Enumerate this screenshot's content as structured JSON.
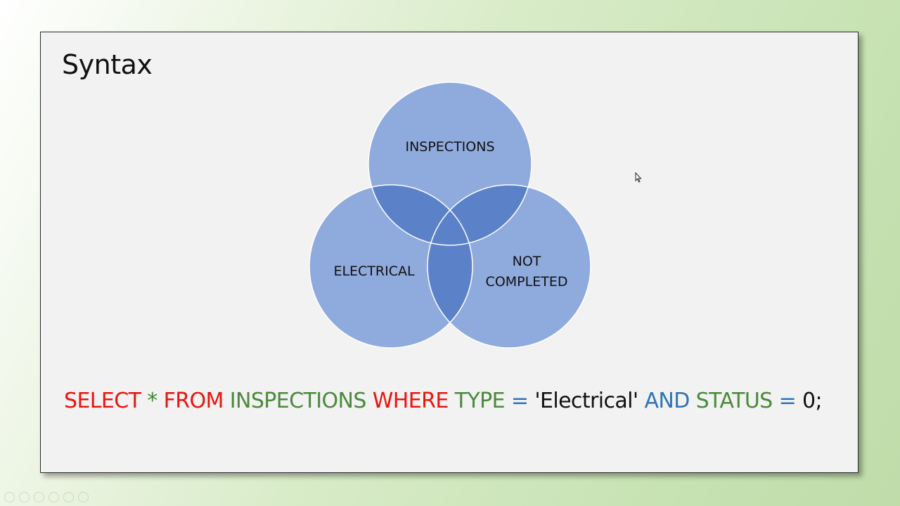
{
  "slide": {
    "title": "Syntax"
  },
  "venn": {
    "sets": [
      {
        "id": "inspections",
        "label_lines": [
          "INSPECTIONS"
        ]
      },
      {
        "id": "electrical",
        "label_lines": [
          "ELECTRICAL"
        ]
      },
      {
        "id": "not-completed",
        "label_lines": [
          "NOT",
          "COMPLETED"
        ]
      }
    ],
    "fill_color": "#8faadc",
    "overlap_color": "#5b82c8",
    "stroke_color": "#ffffff"
  },
  "query": {
    "tokens": [
      {
        "text": "SELECT",
        "color": "#e8150f"
      },
      {
        "text": " * ",
        "color": "#3f8a2e"
      },
      {
        "text": "FROM",
        "color": "#e8150f"
      },
      {
        "text": " INSPECTIONS ",
        "color": "#4a8a3a"
      },
      {
        "text": "WHERE",
        "color": "#e8150f"
      },
      {
        "text": " TYPE ",
        "color": "#4a8a3a"
      },
      {
        "text": "=",
        "color": "#2e74b5"
      },
      {
        "text": " 'Electrical' ",
        "color": "#111111"
      },
      {
        "text": "AND",
        "color": "#2e74b5"
      },
      {
        "text": " STATUS ",
        "color": "#4a8a3a"
      },
      {
        "text": "=",
        "color": "#2e74b5"
      },
      {
        "text": " 0;",
        "color": "#111111"
      }
    ]
  }
}
